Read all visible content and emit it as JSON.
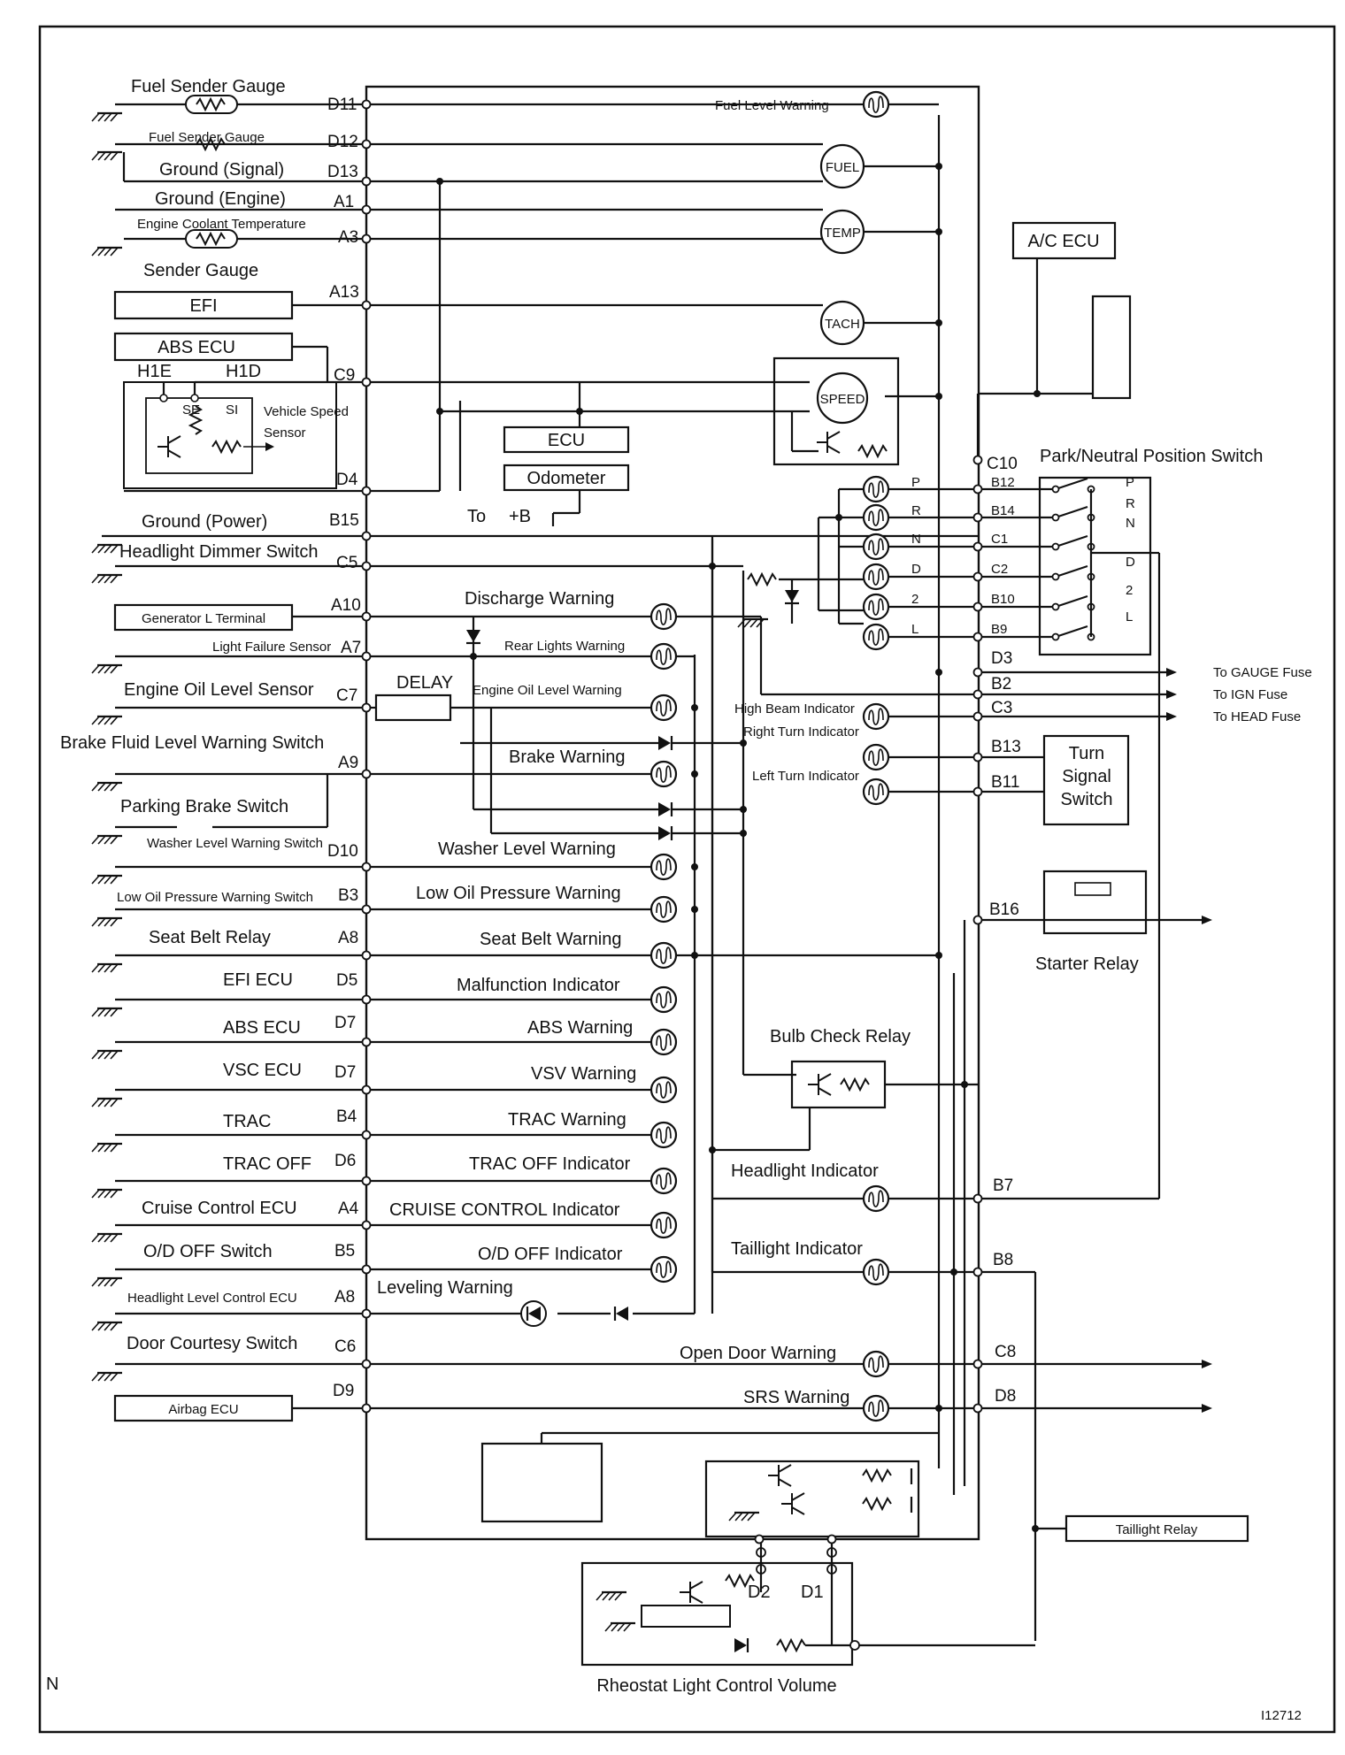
{
  "diagram": {
    "left_labels": {
      "fuel_sender_gauge_1": "Fuel Sender Gauge",
      "fuel_sender_gauge_2": "Fuel Sender Gauge",
      "ground_signal": "Ground (Signal)",
      "ground_engine": "Ground (Engine)",
      "engine_coolant": "Engine Coolant Temperature",
      "sender_gauge": "Sender Gauge",
      "efi": "EFI",
      "abs_ecu": "ABS ECU",
      "h1e": "H1E",
      "h1d": "H1D",
      "se": "SE",
      "si": "SI",
      "vehicle_speed": "Vehicle Speed",
      "sensor": "Sensor",
      "ground_power": "Ground (Power)",
      "headlight_dimmer": "Headlight Dimmer Switch",
      "generator_l": "Generator L Terminal",
      "light_failure": "Light Failure Sensor",
      "engine_oil_level": "Engine Oil Level Sensor",
      "brake_fluid": "Brake Fluid Level Warning Switch",
      "parking_brake": "Parking Brake Switch",
      "washer_level": "Washer Level Warning Switch",
      "low_oil_pressure": "Low Oil Pressure Warning Switch",
      "seat_belt_relay": "Seat Belt Relay",
      "efi_ecu": "EFI ECU",
      "abs_ecu_2": "ABS ECU",
      "vsc_ecu": "VSC ECU",
      "trac": "TRAC",
      "trac_off": "TRAC OFF",
      "cruise_ecu": "Cruise Control ECU",
      "od_off_switch": "O/D OFF Switch",
      "headlight_level_ecu": "Headlight Level Control ECU",
      "door_courtesy": "Door Courtesy Switch",
      "airbag_ecu": "Airbag ECU"
    },
    "left_pins": [
      "D11",
      "D12",
      "D13",
      "A1",
      "A3",
      "A13",
      "C9",
      "D4",
      "B15",
      "C5",
      "A10",
      "A7",
      "C7",
      "A9",
      "D10",
      "B3",
      "A8",
      "D5",
      "D7",
      "D7",
      "B4",
      "D6",
      "A4",
      "B5",
      "A8",
      "C6",
      "D9"
    ],
    "center": {
      "fuel_level_warning": "Fuel Level Warning",
      "fuel": "FUEL",
      "temp": "TEMP",
      "tach": "TACH",
      "speed": "SPEED",
      "ecu": "ECU",
      "odometer": "Odometer",
      "to": "To",
      "plus_b": "+B",
      "discharge_warning": "Discharge Warning",
      "rear_lights_warning": "Rear Lights Warning",
      "delay": "DELAY",
      "engine_oil_level_warning": "Engine Oil Level Warning",
      "brake_warning": "Brake Warning",
      "washer_level_warning": "Washer Level Warning",
      "low_oil_pressure_warning": "Low Oil Pressure Warning",
      "seat_belt_warning": "Seat Belt Warning",
      "malfunction_indicator": "Malfunction Indicator",
      "abs_warning": "ABS Warning",
      "vsv_warning": "VSV Warning",
      "trac_warning": "TRAC Warning",
      "trac_off_indicator": "TRAC OFF Indicator",
      "cruise_indicator": "CRUISE CONTROL Indicator",
      "od_off_indicator": "O/D OFF Indicator",
      "leveling_warning": "Leveling Warning",
      "high_beam_indicator": "High Beam Indicator",
      "right_turn_indicator": "Right Turn Indicator",
      "left_turn_indicator": "Left Turn Indicator",
      "bulb_check_relay": "Bulb Check Relay",
      "headlight_indicator": "Headlight Indicator",
      "taillight_indicator": "Taillight Indicator",
      "open_door_warning": "Open Door Warning",
      "srs_warning": "SRS Warning"
    },
    "right": {
      "ac_ecu": "A/C ECU",
      "park_neutral_switch": "Park/Neutral Position Switch",
      "shift_letters": [
        "P",
        "R",
        "N",
        "D",
        "2",
        "L"
      ],
      "switch_letters": [
        "P",
        "R",
        "N",
        "D",
        "2",
        "L"
      ],
      "pins": [
        "C10",
        "B12",
        "B14",
        "C1",
        "C2",
        "B10",
        "B9",
        "D3",
        "B2",
        "C3",
        "B13",
        "B11",
        "B16",
        "B7",
        "B8",
        "C8",
        "D8"
      ],
      "to_gauge_fuse": "To GAUGE Fuse",
      "to_ign_fuse": "To IGN Fuse",
      "to_head_fuse": "To HEAD Fuse",
      "turn_signal_switch_1": "Turn",
      "turn_signal_switch_2": "Signal",
      "turn_signal_switch_3": "Switch",
      "starter_relay": "Starter Relay",
      "taillight_relay": "Taillight Relay"
    },
    "bottom": {
      "d2": "D2",
      "d1": "D1",
      "rheostat": "Rheostat Light Control Volume",
      "corner_n": "N",
      "figure_id": "I12712"
    }
  }
}
